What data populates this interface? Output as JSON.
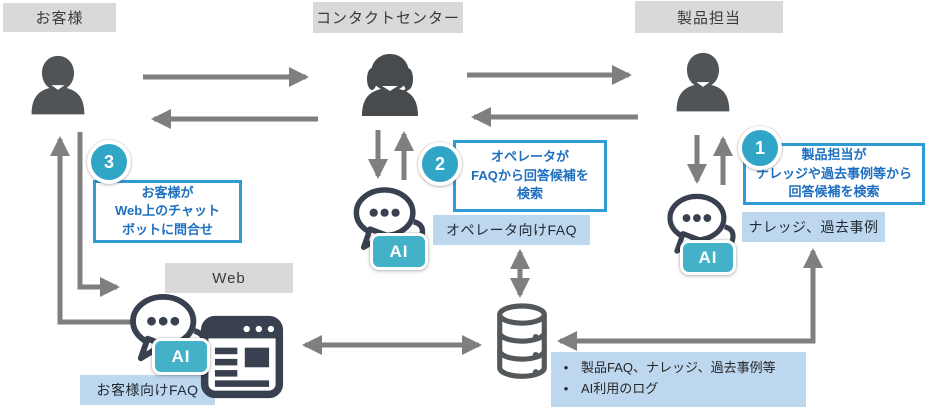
{
  "headers": {
    "customer": "お客様",
    "contact_center": "コンタクトセンター",
    "product": "製品担当"
  },
  "steps": {
    "step1": {
      "number": "1",
      "text": "製品担当が\nナレッジや過去事例等から\n回答候補を検索"
    },
    "step2": {
      "number": "2",
      "text": "オペレータが\nFAQから回答候補を\n検索"
    },
    "step3": {
      "number": "3",
      "text": "お客様が\nWeb上のチャット\nボットに問合せ"
    }
  },
  "labels": {
    "knowledge": "ナレッジ、過去事例",
    "operator_faq": "オペレータ向けFAQ",
    "customer_faq": "お客様向けFAQ",
    "web": "Web",
    "ai": "AI"
  },
  "note": {
    "bullet": "•",
    "items": [
      "製品FAQ、ナレッジ、過去事例等",
      "AI利用のログ"
    ]
  },
  "colors": {
    "accent_teal": "#31A5C6",
    "callout_border": "#2E9BD5",
    "callout_text": "#1E6FC0",
    "label_blue": "#BDD7EE",
    "header_gray": "#D9D9D9",
    "arrow_gray": "#7F7F7F",
    "silhouette": "#505456",
    "outline_navy": "#39404F"
  }
}
